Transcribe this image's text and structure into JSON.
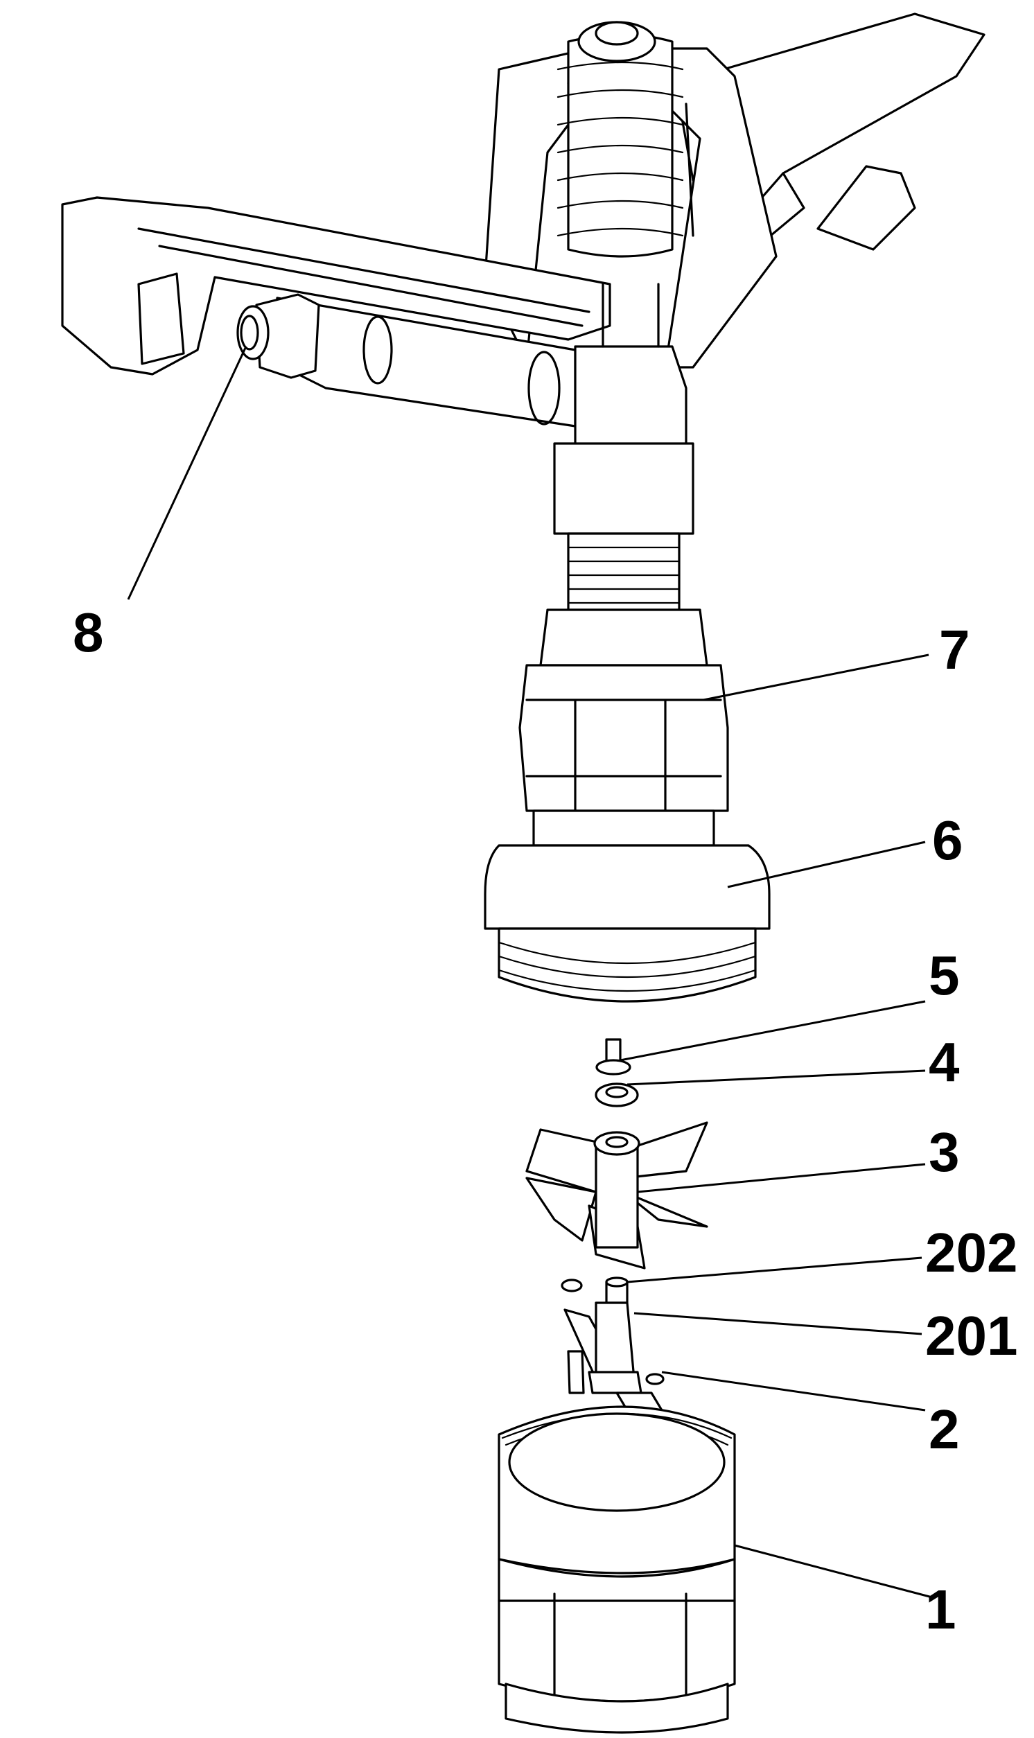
{
  "labels": {
    "part_1": "1",
    "part_2": "2",
    "part_201": "201",
    "part_202": "202",
    "part_3": "3",
    "part_4": "4",
    "part_5": "5",
    "part_6": "6",
    "part_7": "7",
    "part_8": "8"
  }
}
